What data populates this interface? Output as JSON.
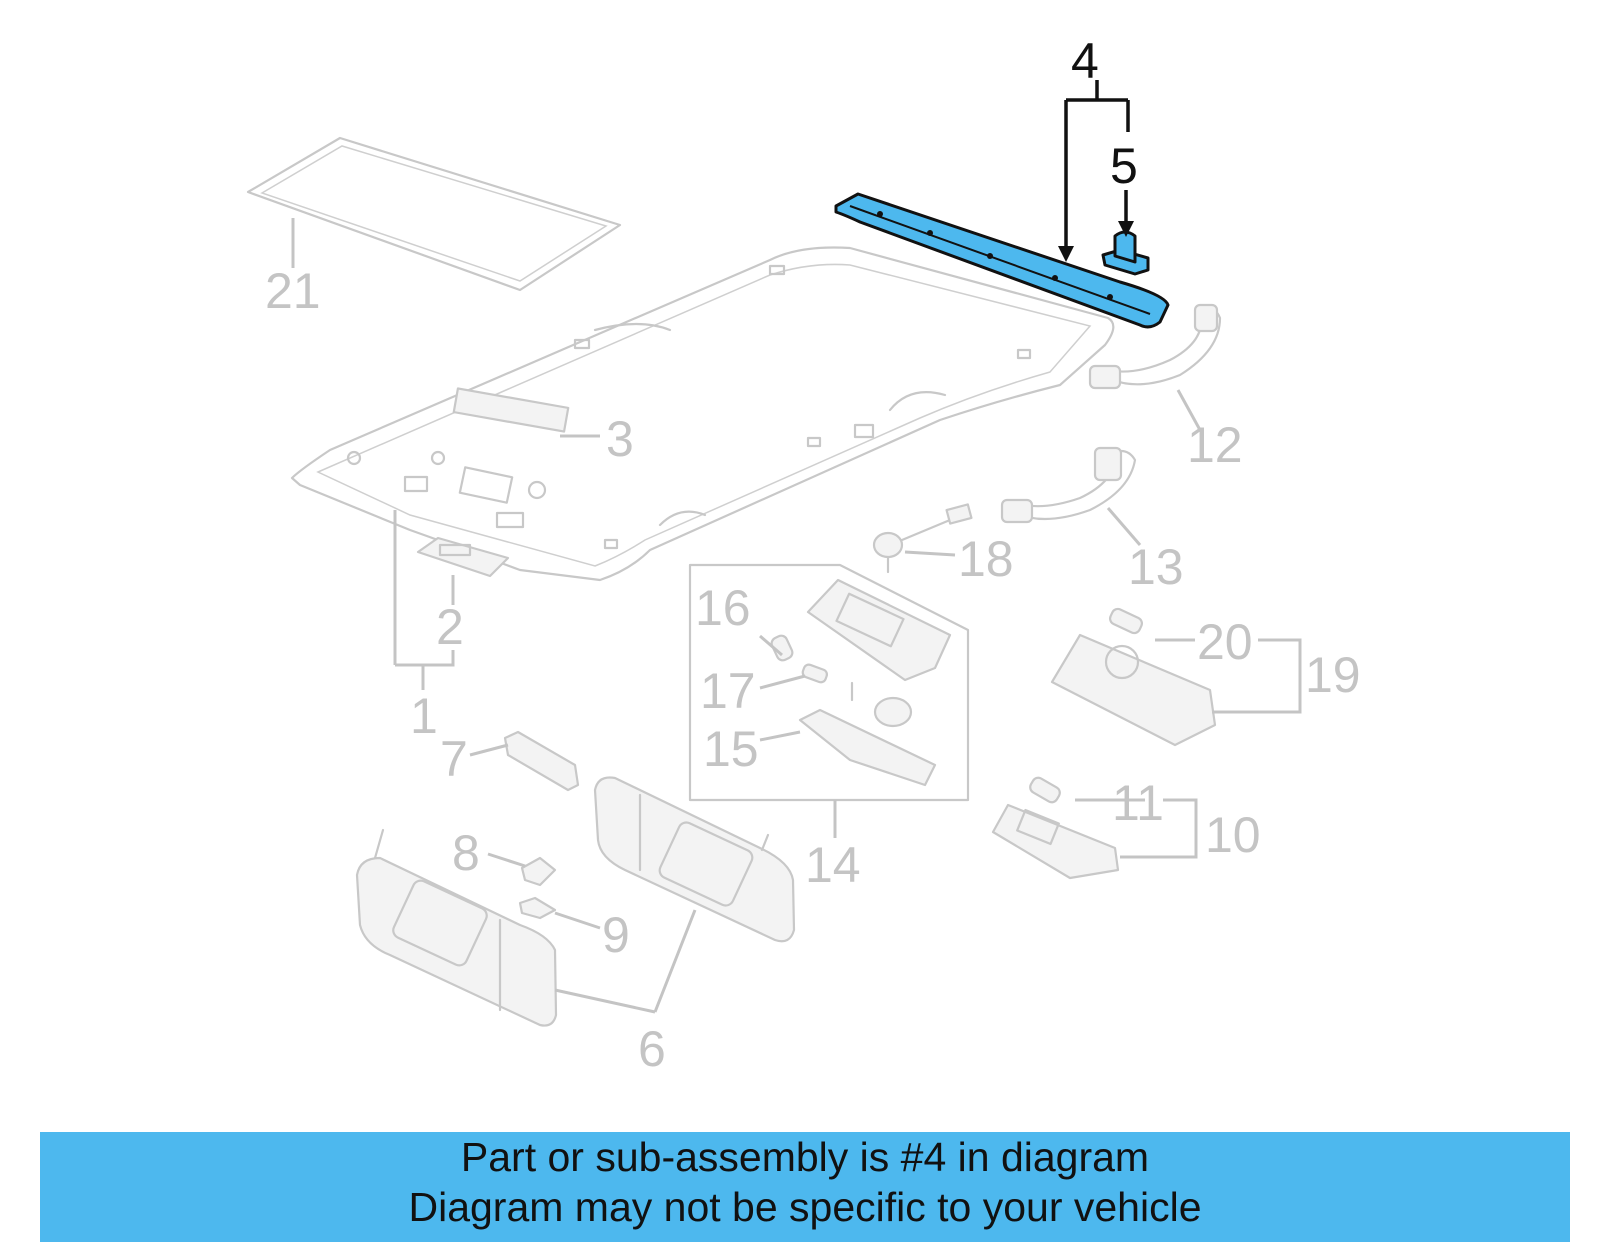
{
  "colors": {
    "highlight": "#4db8ee",
    "banner": "#4db8ee",
    "faded_outline": "#c8c8c8",
    "callout_grey": "#c4c4c4",
    "callout_black": "#111111"
  },
  "callouts": {
    "c1": "1",
    "c2": "2",
    "c3": "3",
    "c4": "4",
    "c5": "5",
    "c6": "6",
    "c7": "7",
    "c8": "8",
    "c9": "9",
    "c10": "10",
    "c11": "11",
    "c12": "12",
    "c13": "13",
    "c14": "14",
    "c15": "15",
    "c16": "16",
    "c17": "17",
    "c18": "18",
    "c19": "19",
    "c20": "20",
    "c21": "21"
  },
  "highlighted_parts": [
    "4",
    "5"
  ],
  "banner": {
    "line1": "Part or sub-assembly is #4 in diagram",
    "line2": "Diagram may not be specific to your vehicle"
  }
}
